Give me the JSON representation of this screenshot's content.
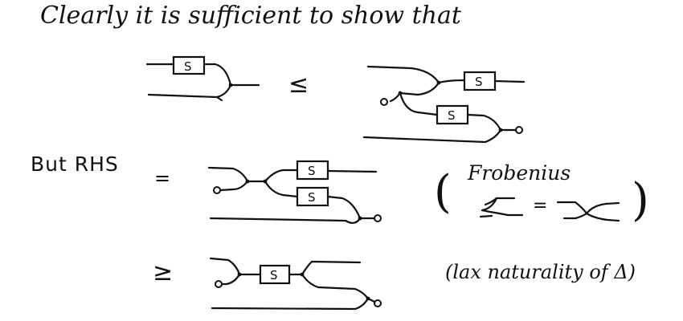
{
  "text": {
    "intro": "Clearly it is sufficient to show that",
    "leq": "≤",
    "but_rhs": "But RHS",
    "equals": "=",
    "frobenius": "Frobenius",
    "frobenius_equals": "=",
    "geq": "≥",
    "lax_note": "lax naturality of Δ)",
    "paren_open": "(",
    "paren_close": ")"
  },
  "box_label": "S"
}
